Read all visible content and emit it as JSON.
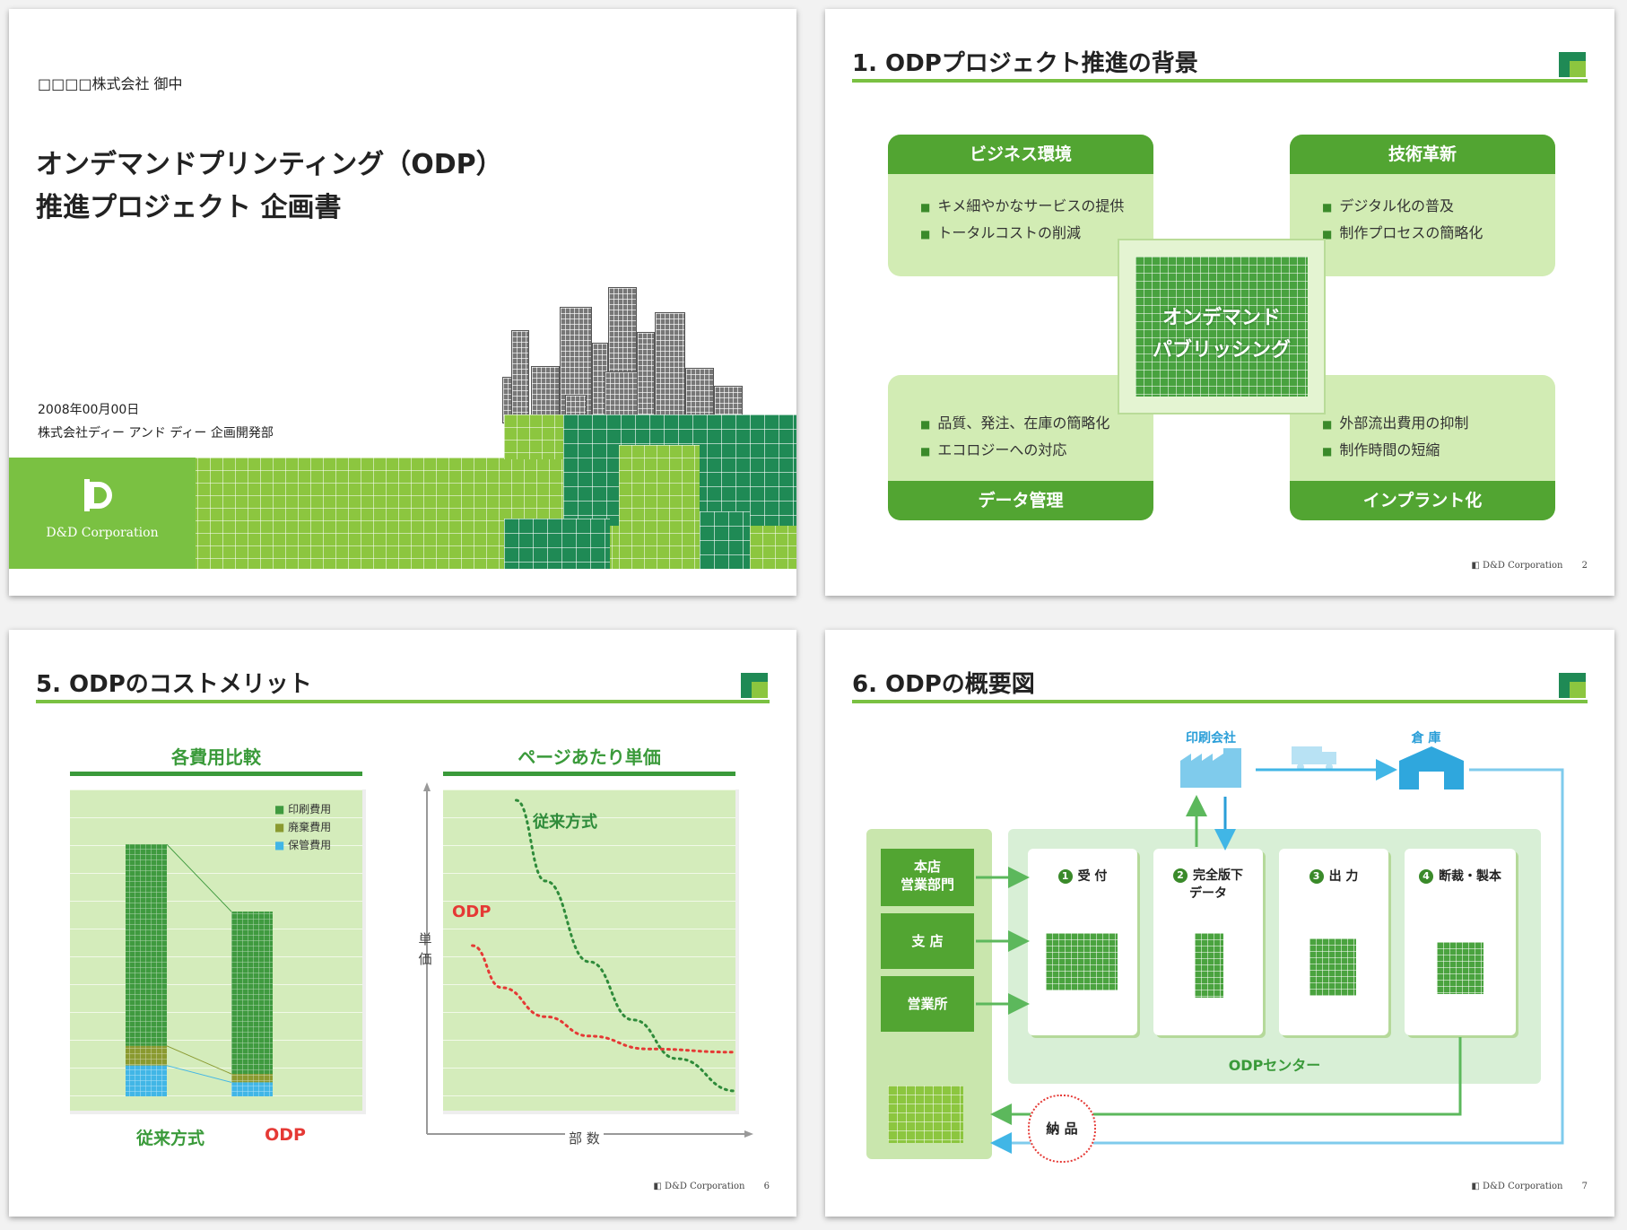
{
  "slide1": {
    "addressee": "□□□□株式会社 御中",
    "title_line1": "オンデマンドプリンティング（ODP）",
    "title_line2": "推進プロジェクト 企画書",
    "date": "2008年00月00日",
    "department": "株式会社ディー アンド ディー 企画開発部",
    "logo_text": "D&D Corporation"
  },
  "slide2": {
    "heading": "1. ODPプロジェクト推進の背景",
    "center_line1": "オンデマンド",
    "center_line2": "パブリッシング",
    "boxes": {
      "top_left": {
        "title": "ビジネス環境",
        "items": [
          "キメ細やかなサービスの提供",
          "トータルコストの削減"
        ]
      },
      "top_right": {
        "title": "技術革新",
        "items": [
          "デジタル化の普及",
          "制作プロセスの簡略化"
        ]
      },
      "bottom_left": {
        "title": "データ管理",
        "items": [
          "品質、発注、在庫の簡略化",
          "エコロジーへの対応"
        ]
      },
      "bottom_right": {
        "title": "インプラント化",
        "items": [
          "外部流出費用の抑制",
          "制作時間の短縮"
        ]
      }
    },
    "footer_brand": "D&D Corporation",
    "page": "2"
  },
  "slide3": {
    "heading": "5. ODPのコストメリット",
    "left_chart_title": "各費用比較",
    "right_chart_title": "ページあたり単価",
    "legend": [
      "印刷費用",
      "廃棄費用",
      "保管費用"
    ],
    "y_axis_label": "単価",
    "x_axis_label": "部 数",
    "footer_brand": "D&D Corporation",
    "page": "6"
  },
  "chart_data": [
    {
      "type": "bar",
      "title": "各費用比較",
      "categories": [
        "従来方式",
        "ODP"
      ],
      "stacked": true,
      "series": [
        {
          "name": "印刷費用",
          "values": [
            72,
            58
          ],
          "color": "#3f9a3f"
        },
        {
          "name": "廃棄費用",
          "values": [
            7,
            3
          ],
          "color": "#8a9a30"
        },
        {
          "name": "保管費用",
          "values": [
            11,
            5
          ],
          "color": "#41b6e6"
        }
      ],
      "ylim": [
        0,
        100
      ],
      "grid": true
    },
    {
      "type": "line",
      "title": "ページあたり単価",
      "xlabel": "部 数",
      "ylabel": "単価",
      "series": [
        {
          "name": "従来方式",
          "x": [
            0.25,
            0.35,
            0.5,
            0.65,
            0.8,
            1.0
          ],
          "y": [
            1.0,
            0.75,
            0.5,
            0.32,
            0.2,
            0.1
          ],
          "color": "#2e8b3a"
        },
        {
          "name": "ODP",
          "x": [
            0.1,
            0.2,
            0.35,
            0.5,
            0.7,
            1.0
          ],
          "y": [
            0.55,
            0.42,
            0.33,
            0.27,
            0.23,
            0.22
          ],
          "color": "#e53935"
        }
      ],
      "grid": true
    }
  ],
  "slide4": {
    "heading": "6. ODPの概要図",
    "printer_label": "印刷会社",
    "warehouse_label": "倉 庫",
    "sources": [
      "本店\n営業部門",
      "支 店",
      "営業所"
    ],
    "source_line1": "本店",
    "source_line2": "営業部門",
    "processes": [
      {
        "num": "1",
        "label": "受 付"
      },
      {
        "num": "2",
        "label": "完全版下\nデータ"
      },
      {
        "num": "3",
        "label": "出 力"
      },
      {
        "num": "4",
        "label": "断裁・製本"
      }
    ],
    "proc2_line1": "完全版下",
    "proc2_line2": "データ",
    "center_label": "ODPセンター",
    "delivery_label": "納 品",
    "footer_brand": "D&D Corporation",
    "page": "7"
  }
}
